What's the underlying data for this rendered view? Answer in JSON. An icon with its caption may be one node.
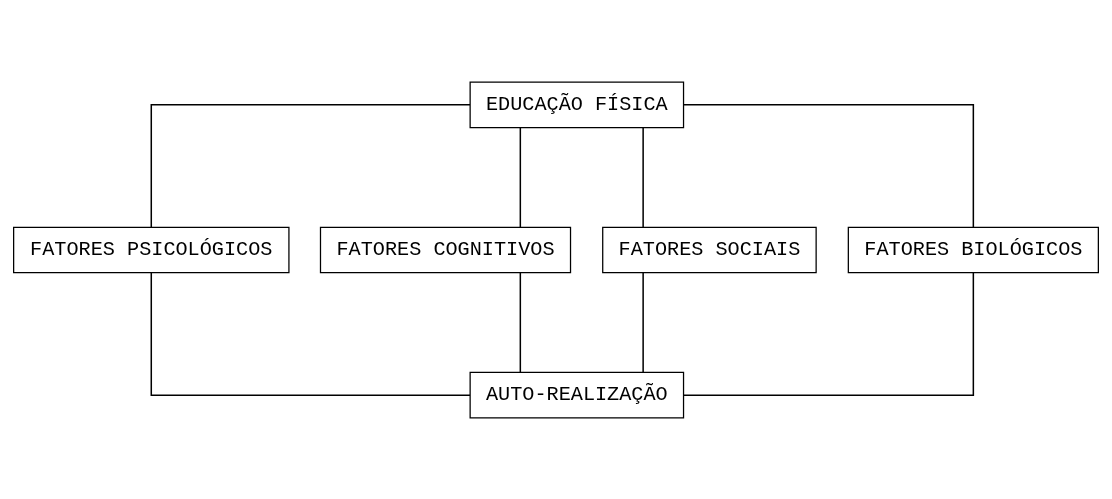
{
  "diagram": {
    "nodes": [
      {
        "text": [
          "EDUCAÇÃO FÍSICA"
        ]
      },
      {
        "text": [
          "FATORES PSICOLÓGICOS"
        ]
      },
      {
        "text": [
          "FATORES COGNITIVOS"
        ]
      },
      {
        "text": [
          "FATORES SOCIAIS"
        ]
      },
      {
        "text": [
          "FATORES BIOLÓGICOS"
        ]
      },
      {
        "text": [
          "AUTO-REALIZAÇÃO"
        ]
      }
    ],
    "edges": [
      {
        "from": 0,
        "to": 1,
        "arrow": "none"
      },
      {
        "from": 0,
        "to": 2,
        "arrow": "none"
      },
      {
        "from": 0,
        "to": 3,
        "arrow": "none"
      },
      {
        "from": 0,
        "to": 4,
        "arrow": "none"
      },
      {
        "from": 1,
        "to": 5,
        "arrow": "none"
      },
      {
        "from": 2,
        "to": 5,
        "arrow": "none"
      },
      {
        "from": 3,
        "to": 5,
        "arrow": "none"
      },
      {
        "from": 4,
        "to": 5,
        "arrow": "none"
      }
    ]
  }
}
